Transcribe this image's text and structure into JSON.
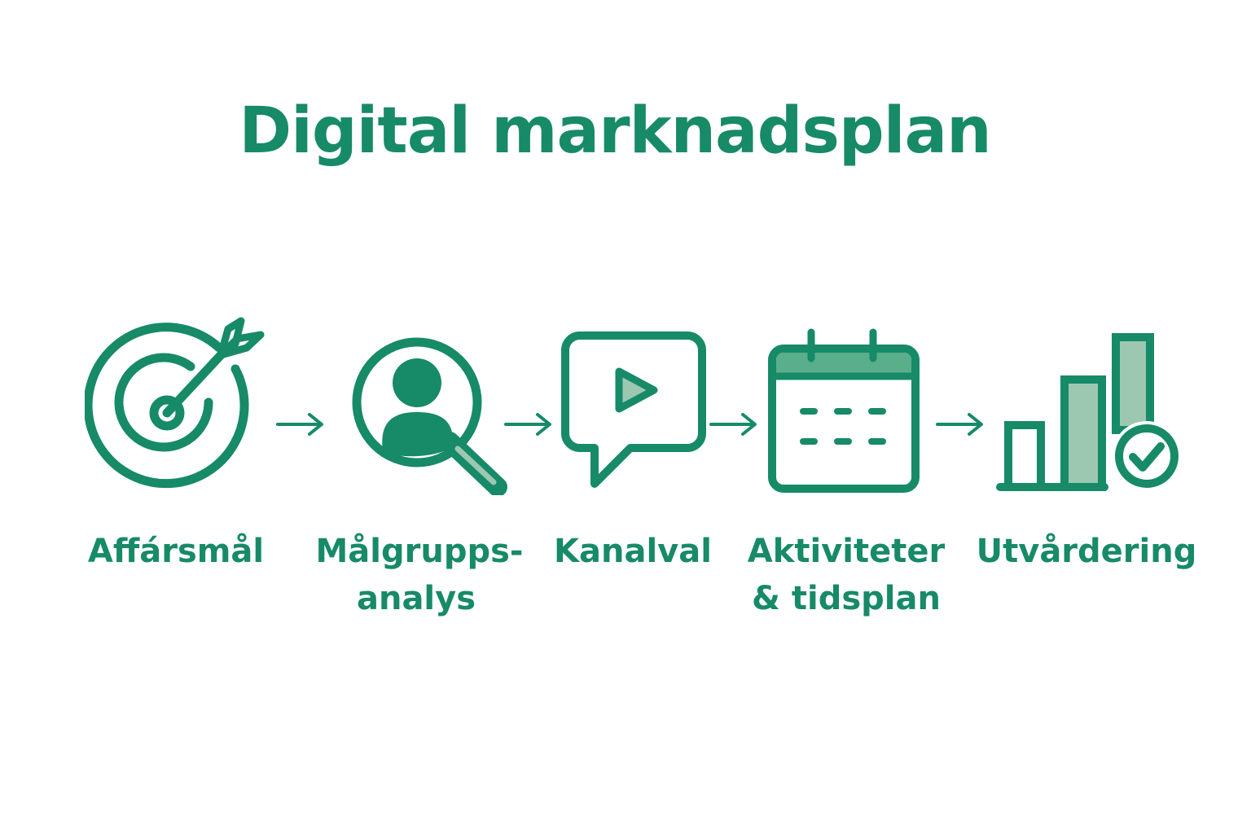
{
  "title": "Digital marknadsplan",
  "colors": {
    "accent": "#178a68",
    "accent_light": "#9cc8b2"
  },
  "steps": [
    {
      "icon": "target-arrow-icon",
      "label": [
        "Affársmål"
      ]
    },
    {
      "icon": "person-magnifier-icon",
      "label": [
        "Målgrupps-",
        "analys"
      ]
    },
    {
      "icon": "video-chat-bubble-icon",
      "label": [
        "Kanalval"
      ]
    },
    {
      "icon": "calendar-icon",
      "label": [
        "Aktiviteter",
        "& tidsplan"
      ]
    },
    {
      "icon": "bar-chart-check-icon",
      "label": [
        "Utvårdering"
      ]
    }
  ],
  "connector": "arrow-right-icon"
}
